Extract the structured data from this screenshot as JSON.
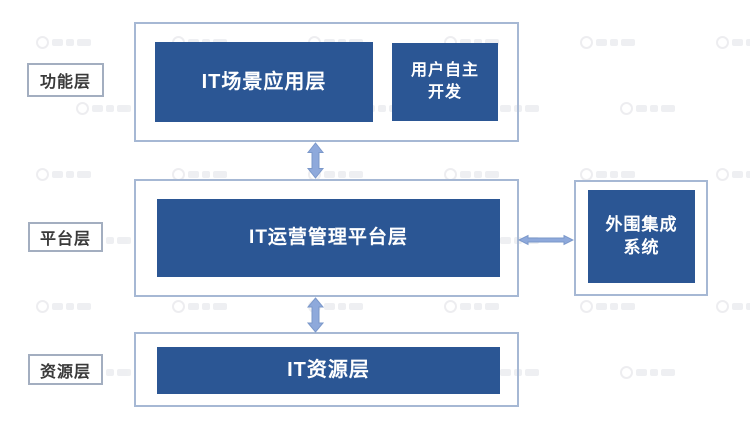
{
  "diagram": {
    "layer_labels": [
      {
        "id": "function",
        "label": "功能层"
      },
      {
        "id": "platform",
        "label": "平台层"
      },
      {
        "id": "resource",
        "label": "资源层"
      }
    ],
    "boxes": {
      "scene_app": {
        "label": "IT场景应用层"
      },
      "user_dev": {
        "label": "用户自主\n开发"
      },
      "ops_platform": {
        "label": "IT运营管理平台层"
      },
      "peripheral": {
        "label": "外围集成\n系统"
      },
      "it_resource": {
        "label": "IT资源层"
      }
    },
    "icons": {
      "vertical_arrows": "double-headed-vertical-arrow",
      "horizontal_arrow": "double-headed-horizontal-arrow"
    },
    "colors": {
      "box_fill": "#2b5694",
      "box_text": "#ffffff",
      "container_border": "#a6b8d4",
      "label_border": "#a3aec0",
      "label_text": "#3a3a3a",
      "arrow_fill": "#8ea9db",
      "arrow_stroke": "#7b98ca"
    }
  }
}
